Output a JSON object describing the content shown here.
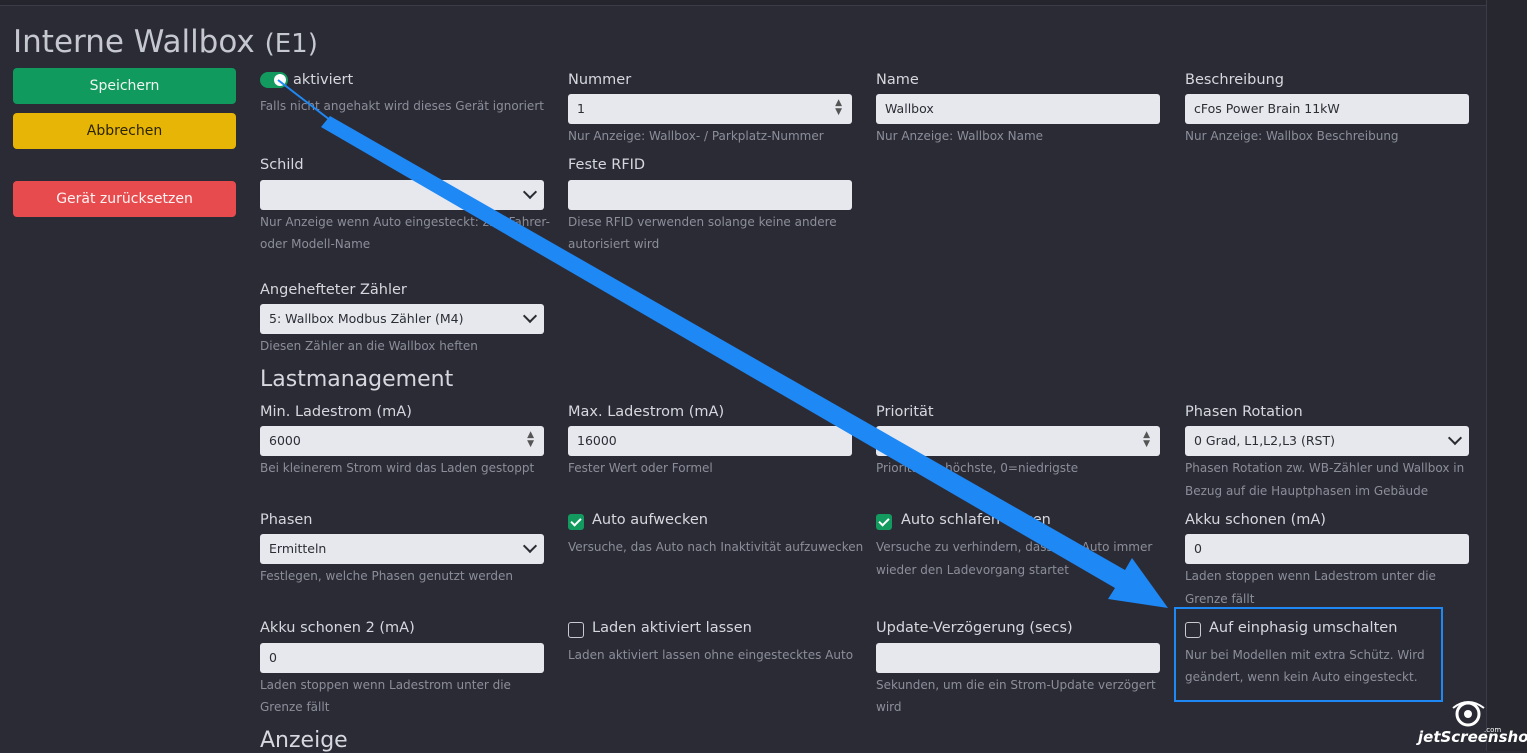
{
  "page": {
    "title": "Interne Wallbox",
    "title_suffix": "(E1)"
  },
  "actions": {
    "save": "Speichern",
    "cancel": "Abbrechen",
    "reset": "Gerät zurücksetzen"
  },
  "general": {
    "active": {
      "label": "aktiviert",
      "checked": true,
      "help": "Falls nicht angehakt wird dieses Gerät ignoriert"
    },
    "number": {
      "label": "Nummer",
      "value": "1",
      "help": "Nur Anzeige: Wallbox- / Parkplatz-Nummer"
    },
    "name": {
      "label": "Name",
      "value": "Wallbox",
      "help": "Nur Anzeige: Wallbox Name"
    },
    "description": {
      "label": "Beschreibung",
      "value": "cFos Power Brain 11kW",
      "help": "Nur Anzeige: Wallbox Beschreibung"
    },
    "sign": {
      "label": "Schild",
      "value": "",
      "help_1": "Nur Anzeige wenn Auto eingesteckt: z.B. Fahrer-",
      "help_2": "oder Modell-Name"
    },
    "rfid": {
      "label": "Feste RFID",
      "value": "",
      "help_1": "Diese RFID verwenden solange keine andere",
      "help_2": "autorisiert wird"
    },
    "meter": {
      "label": "Angehefteter Zähler",
      "value": "5: Wallbox Modbus Zähler (M4)",
      "help": "Diesen Zähler an die Wallbox heften"
    }
  },
  "load_management": {
    "heading": "Lastmanagement",
    "min_current": {
      "label": "Min. Ladestrom (mA)",
      "value": "6000",
      "help": "Bei kleinerem Strom wird das Laden gestoppt"
    },
    "max_current": {
      "label": "Max. Ladestrom (mA)",
      "value": "16000",
      "help": "Fester Wert oder Formel"
    },
    "priority": {
      "label": "Priorität",
      "value": "1",
      "help": "Priorität 1=höchste, 0=niedrigste"
    },
    "phase_rotation": {
      "label": "Phasen Rotation",
      "value": "0 Grad, L1,L2,L3 (RST)",
      "help_1": "Phasen Rotation zw. WB-Zähler und Wallbox in",
      "help_2": "Bezug auf die Hauptphasen im Gebäude"
    },
    "phases": {
      "label": "Phasen",
      "value": "Ermitteln",
      "help": "Festlegen, welche Phasen genutzt werden"
    },
    "wake_car": {
      "label": "Auto aufwecken",
      "checked": true,
      "help": "Versuche, das Auto nach Inaktivität aufzuwecken"
    },
    "car_sleep": {
      "label": "Auto schlafen lassen",
      "checked": true,
      "help_1": "Versuche zu verhindern, dass das Auto immer",
      "help_2": "wieder den Ladevorgang startet"
    },
    "battery_save": {
      "label": "Akku schonen (mA)",
      "value": "0",
      "help_1": "Laden stoppen wenn Ladestrom unter die",
      "help_2": "Grenze fällt"
    },
    "battery_save_2": {
      "label": "Akku schonen 2 (mA)",
      "value": "0",
      "help_1": "Laden stoppen wenn Ladestrom unter die",
      "help_2": "Grenze fällt"
    },
    "keep_charging": {
      "label": "Laden aktiviert lassen",
      "checked": false,
      "help": "Laden aktiviert lassen ohne eingestecktes Auto"
    },
    "update_delay": {
      "label": "Update-Verzögerung (secs)",
      "value": "",
      "help_1": "Sekunden, um die ein Strom-Update verzögert",
      "help_2": "wird"
    },
    "single_phase": {
      "label": "Auf einphasig umschalten",
      "checked": false,
      "help_1": "Nur bei Modellen mit extra Schütz. Wird",
      "help_2": "geändert, wenn kein Auto eingesteckt."
    }
  },
  "display": {
    "heading": "Anzeige"
  },
  "watermark": {
    "text": "jetScreenshot",
    "suffix": ".com"
  },
  "colors": {
    "accent": "#1e88f5",
    "success": "#119a5e",
    "warning": "#e7b505",
    "danger": "#e84b4d"
  }
}
